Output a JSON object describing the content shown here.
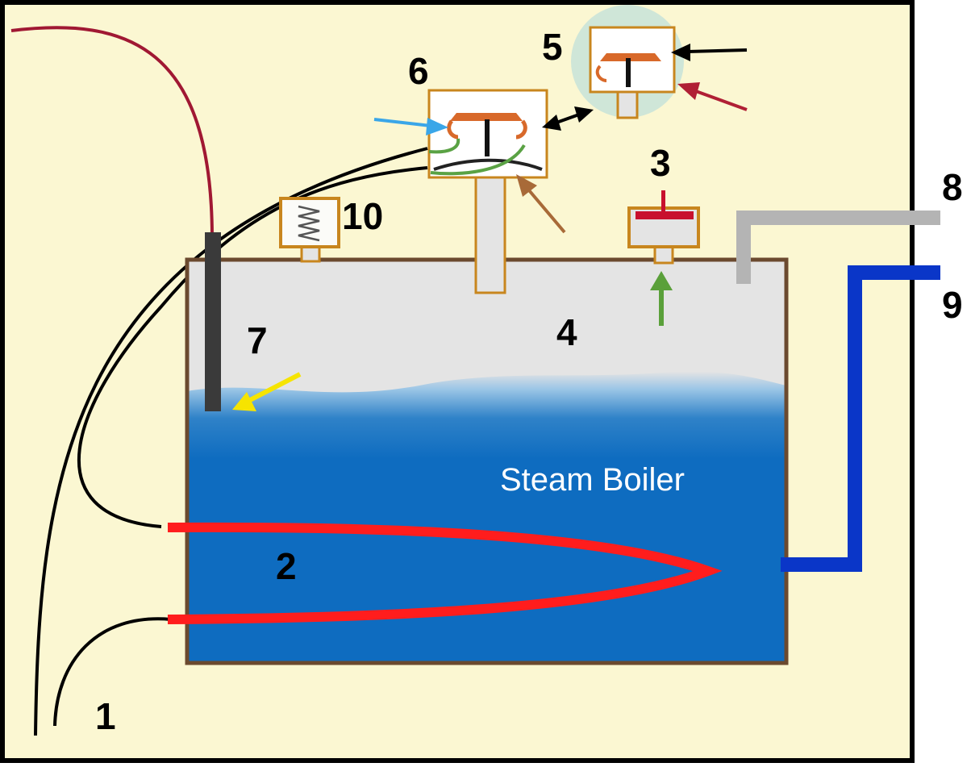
{
  "diagram": {
    "boiler_label": "Steam Boiler",
    "labels": {
      "l1": "1",
      "l2": "2",
      "l3": "3",
      "l4": "4",
      "l5": "5",
      "l6": "6",
      "l7": "7",
      "l8": "8",
      "l9": "9",
      "l10": "10"
    }
  },
  "colors": {
    "panel_background": "#fbf7d2",
    "panel_border": "#000000",
    "boiler_outline": "#6b4a2f",
    "steam_space": "#e4e4e4",
    "water": "#0e6cc0",
    "heater_element": "#ff1d1d",
    "power_wire": "#000000",
    "sensor_wire": "#a01833",
    "level_probe": "#3a3a3a",
    "steam_outlet_pipe": "#b4b4b4",
    "water_inlet_pipe": "#0a36c8",
    "valve_body": "#c8861e",
    "diaphragm": "#d8692a",
    "capillary": "#5aa244",
    "zoom_circle": "#cfe6d8",
    "arrow_blue": "#3aa6e8",
    "arrow_brown": "#a86a38",
    "arrow_green": "#5aa03a",
    "arrow_yellow": "#f6e400",
    "arrow_darkred": "#b02035",
    "arrow_black": "#000000"
  },
  "icons": [
    "spring-icon",
    "arrow-icon",
    "diaphragm-icon"
  ]
}
